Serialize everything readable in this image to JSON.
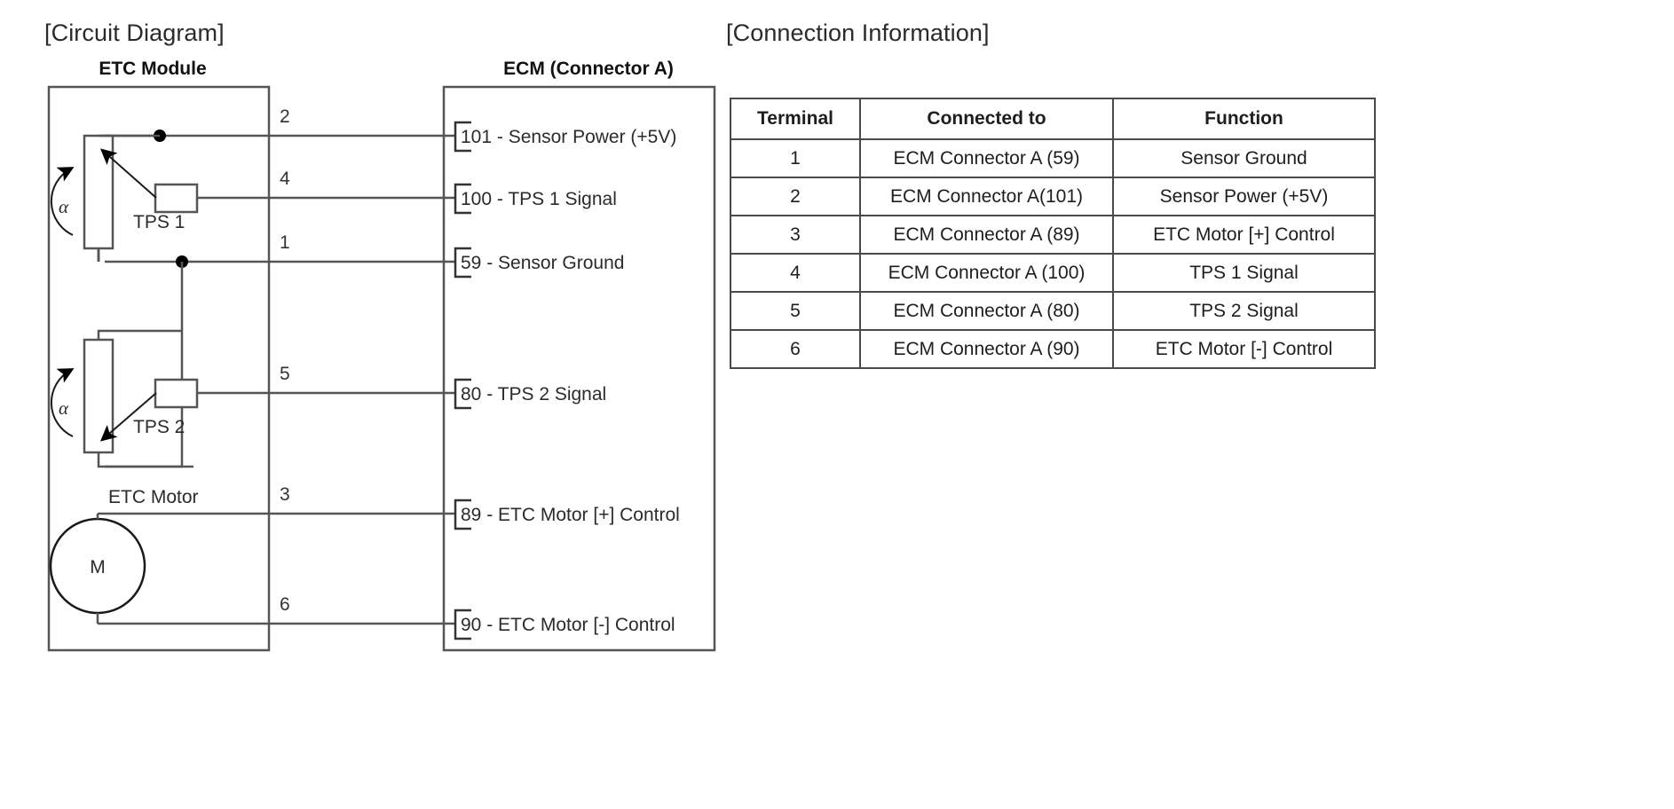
{
  "sections": {
    "circuit_heading": "[Circuit Diagram]",
    "connection_heading": "[Connection Information]"
  },
  "circuit": {
    "left_block_title": "ETC Module",
    "right_block_title": "ECM (Connector A)",
    "components": {
      "tps1_label": "TPS 1",
      "tps2_label": "TPS 2",
      "motor_label": "ETC Motor",
      "motor_symbol": "M",
      "angle_symbol_1": "α",
      "angle_symbol_2": "α"
    },
    "wires": [
      {
        "number": "2",
        "pin_label": "101 - Sensor Power (+5V)"
      },
      {
        "number": "4",
        "pin_label": "100 - TPS 1 Signal"
      },
      {
        "number": "1",
        "pin_label": "59 - Sensor Ground"
      },
      {
        "number": "5",
        "pin_label": "80 - TPS 2 Signal"
      },
      {
        "number": "3",
        "pin_label": "89 - ETC Motor [+] Control"
      },
      {
        "number": "6",
        "pin_label": "90 - ETC Motor [-] Control"
      }
    ]
  },
  "connection_table": {
    "headers": [
      "Terminal",
      "Connected to",
      "Function"
    ],
    "rows": [
      [
        "1",
        "ECM Connector A (59)",
        "Sensor Ground"
      ],
      [
        "2",
        "ECM Connector A(101)",
        "Sensor Power (+5V)"
      ],
      [
        "3",
        "ECM Connector A (89)",
        "ETC Motor [+] Control"
      ],
      [
        "4",
        "ECM Connector A (100)",
        "TPS 1 Signal"
      ],
      [
        "5",
        "ECM Connector A (80)",
        "TPS 2 Signal"
      ],
      [
        "6",
        "ECM Connector A (90)",
        "ETC Motor [-] Control"
      ]
    ]
  },
  "colors": {
    "line": "#555555",
    "text": "#1e1e1e",
    "background": "#ffffff"
  }
}
